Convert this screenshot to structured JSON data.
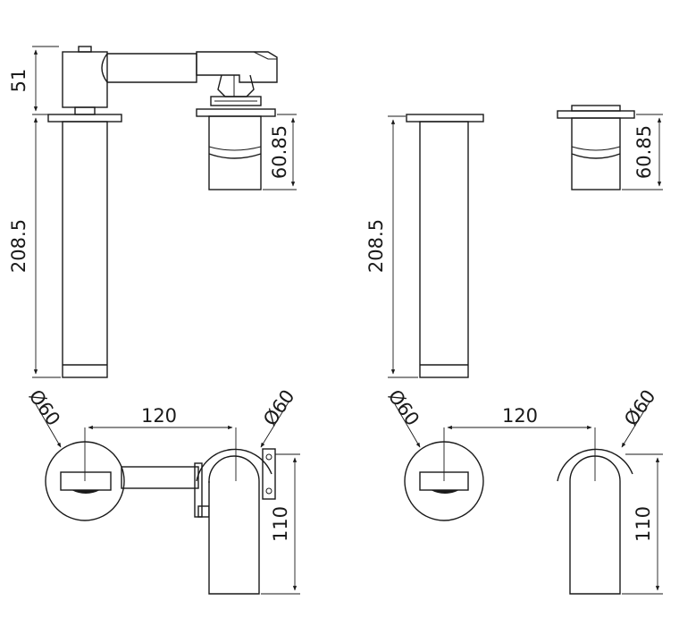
{
  "dimensions": {
    "mixer_body_height": "51",
    "spout_height": "208.5",
    "outlet_height": "60.85",
    "flange_diameter": "Ø60",
    "center_distance": "120",
    "projection": "110"
  },
  "colors": {
    "line": "#1a1a1a",
    "background": "#ffffff"
  }
}
